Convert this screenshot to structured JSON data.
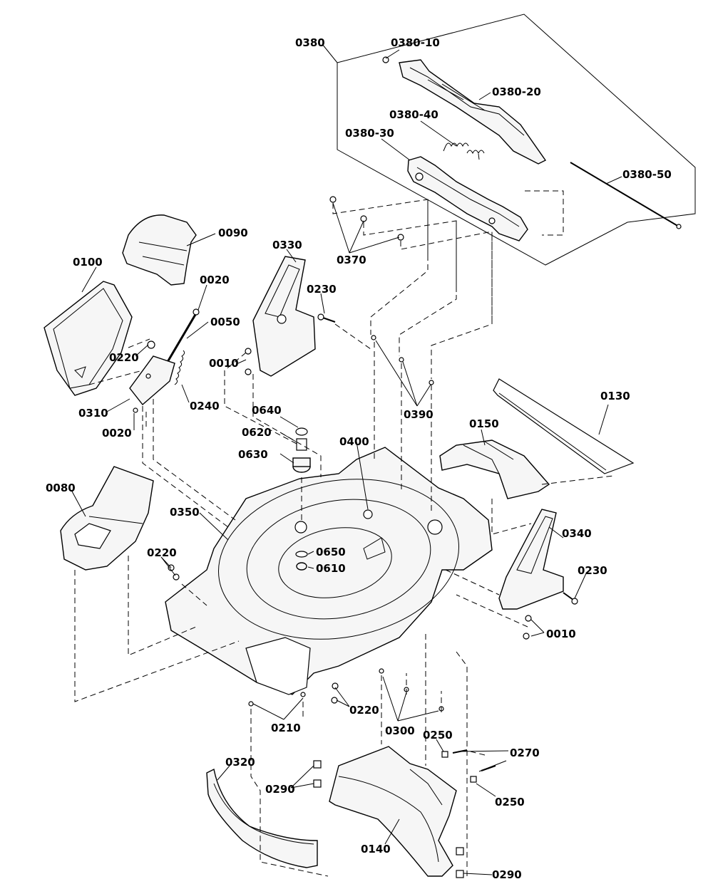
{
  "labels": {
    "l0380": "0380",
    "l0380_10": "0380-10",
    "l0380_20": "0380-20",
    "l0380_40": "0380-40",
    "l0380_30": "0380-30",
    "l0380_50": "0380-50",
    "l0370": "0370",
    "l0090": "0090",
    "l0100": "0100",
    "l0330": "0330",
    "l0020a": "0020",
    "l0230a": "0230",
    "l0050": "0050",
    "l0220a": "0220",
    "l0010a": "0010",
    "l0310": "0310",
    "l0240": "0240",
    "l0020b": "0020",
    "l0390": "0390",
    "l0130": "0130",
    "l0640": "0640",
    "l0620": "0620",
    "l0630": "0630",
    "l0400": "0400",
    "l0150": "0150",
    "l0080": "0080",
    "l0350": "0350",
    "l0340": "0340",
    "l0220b": "0220",
    "l0650": "0650",
    "l0610": "0610",
    "l0230b": "0230",
    "l0010b": "0010",
    "l0220c": "0220",
    "l0210": "0210",
    "l0300": "0300",
    "l0250a": "0250",
    "l0270": "0270",
    "l0320": "0320",
    "l0290a": "0290",
    "l0250b": "0250",
    "l0140": "0140",
    "l0290b": "0290"
  }
}
